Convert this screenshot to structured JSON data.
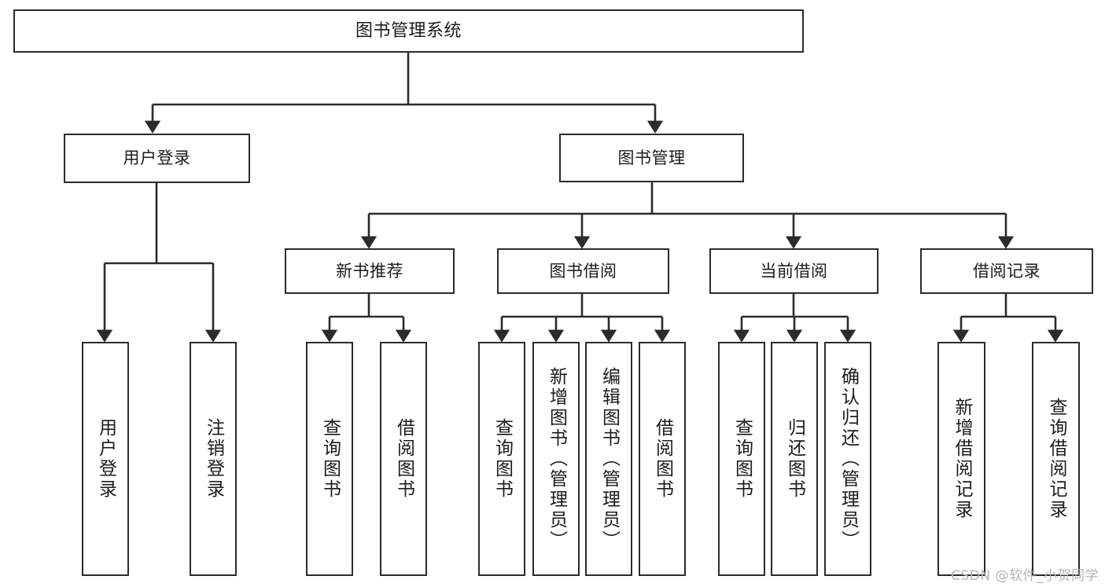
{
  "diagram": {
    "title": "图书管理系统",
    "type": "tree-hierarchy-functional-structure",
    "colors": {
      "background": "#ffffff",
      "box_border": "#2b2b2b",
      "edge_line": "#2b2b2b",
      "text": "#1c1c1c",
      "watermark": "#b4b4b4"
    },
    "watermark": "CSDN @软件_小贺同学",
    "root": {
      "label": "图书管理系统"
    },
    "level1": [
      {
        "label": "用户登录"
      },
      {
        "label": "图书管理"
      }
    ],
    "level2": [
      {
        "label": "新书推荐"
      },
      {
        "label": "图书借阅"
      },
      {
        "label": "当前借阅"
      },
      {
        "label": "借阅记录"
      }
    ],
    "leaves": {
      "user_login": [
        {
          "label": "用户登录"
        },
        {
          "label": "注销登录"
        }
      ],
      "new_book_recommend": [
        {
          "label": "查询图书"
        },
        {
          "label": "借阅图书"
        }
      ],
      "book_borrow": [
        {
          "label": "查询图书"
        },
        {
          "label": "新增图书（管理员）"
        },
        {
          "label": "编辑图书（管理员）"
        },
        {
          "label": "借阅图书"
        }
      ],
      "current_borrow": [
        {
          "label": "查询图书"
        },
        {
          "label": "归还图书"
        },
        {
          "label": "确认归还（管理员）"
        }
      ],
      "borrow_record": [
        {
          "label": "新增借阅记录"
        },
        {
          "label": "查询借阅记录"
        }
      ]
    }
  }
}
